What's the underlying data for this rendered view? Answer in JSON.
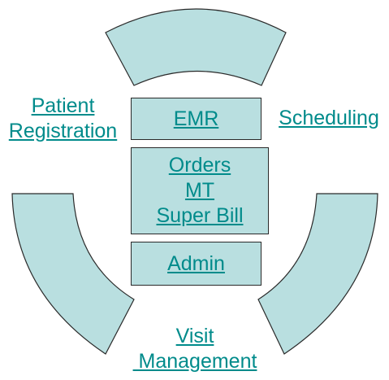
{
  "colors": {
    "segment_fill": "#b9dfe0",
    "outline": "#2a2a2a",
    "link_text": "#008b8b"
  },
  "center": {
    "emr": "EMR",
    "orders": [
      "Orders",
      "MT",
      "Super Bill"
    ],
    "admin": "Admin"
  },
  "labels": {
    "patient_registration": [
      "Patient",
      "Registration"
    ],
    "scheduling": "Scheduling",
    "visit_management": [
      "Visit",
      " Management"
    ]
  }
}
